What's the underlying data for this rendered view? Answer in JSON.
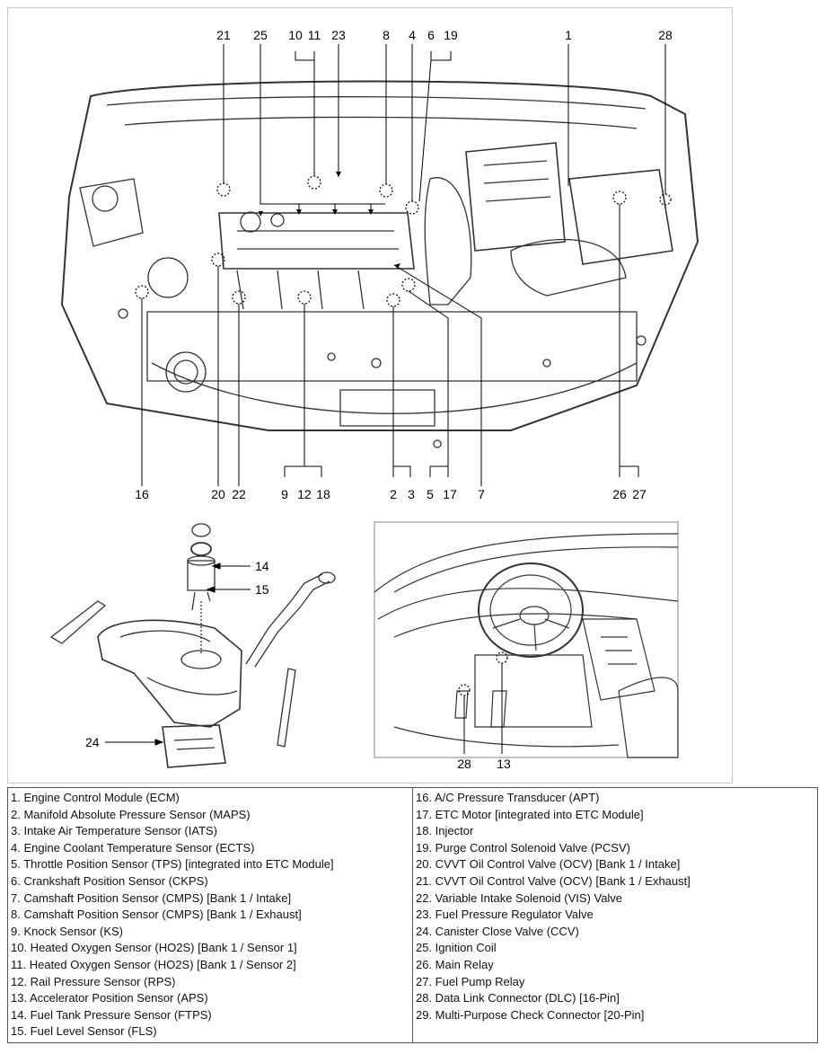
{
  "figure": {
    "engine_callouts_top": [
      "21",
      "25",
      "10",
      "11",
      "23",
      "8",
      "4",
      "6",
      "19",
      "1",
      "28"
    ],
    "engine_callouts_bottom": [
      "16",
      "20",
      "22",
      "9",
      "12",
      "18",
      "2",
      "3",
      "5",
      "17",
      "7",
      "26",
      "27"
    ],
    "tank_callouts": [
      "14",
      "15",
      "24"
    ],
    "cabin_callouts": [
      "28",
      "13"
    ]
  },
  "legend": {
    "left": [
      "1. Engine Control Module (ECM)",
      "2. Manifold Absolute Pressure Sensor (MAPS)",
      "3. Intake Air Temperature Sensor (IATS)",
      "4. Engine Coolant Temperature Sensor (ECTS)",
      "5. Throttle Position Sensor (TPS) [integrated into ETC Module]",
      "6. Crankshaft Position Sensor (CKPS)",
      "7. Camshaft Position Sensor (CMPS) [Bank 1 / Intake]",
      "8. Camshaft Position Sensor (CMPS) [Bank 1 / Exhaust]",
      "9. Knock Sensor (KS)",
      "10. Heated Oxygen Sensor (HO2S) [Bank 1 / Sensor 1]",
      "11. Heated Oxygen Sensor (HO2S) [Bank 1 / Sensor 2]",
      "12. Rail Pressure Sensor (RPS)",
      "13. Accelerator Position Sensor (APS)",
      "14. Fuel Tank Pressure Sensor (FTPS)",
      "15. Fuel Level Sensor (FLS)"
    ],
    "right": [
      "16. A/C Pressure Transducer (APT)",
      "17. ETC Motor [integrated into ETC Module]",
      "18. Injector",
      "19. Purge Control Solenoid Valve (PCSV)",
      "20. CVVT Oil Control Valve (OCV) [Bank 1 / Intake]",
      "21. CVVT Oil Control Valve (OCV) [Bank 1 / Exhaust]",
      "22. Variable Intake Solenoid (VIS) Valve",
      "23. Fuel Pressure Regulator Valve",
      "24. Canister Close Valve (CCV)",
      "25. Ignition Coil",
      "26. Main Relay",
      "27. Fuel Pump Relay",
      "28. Data Link Connector (DLC) [16-Pin]",
      "29. Multi-Purpose Check Connector [20-Pin]"
    ]
  }
}
